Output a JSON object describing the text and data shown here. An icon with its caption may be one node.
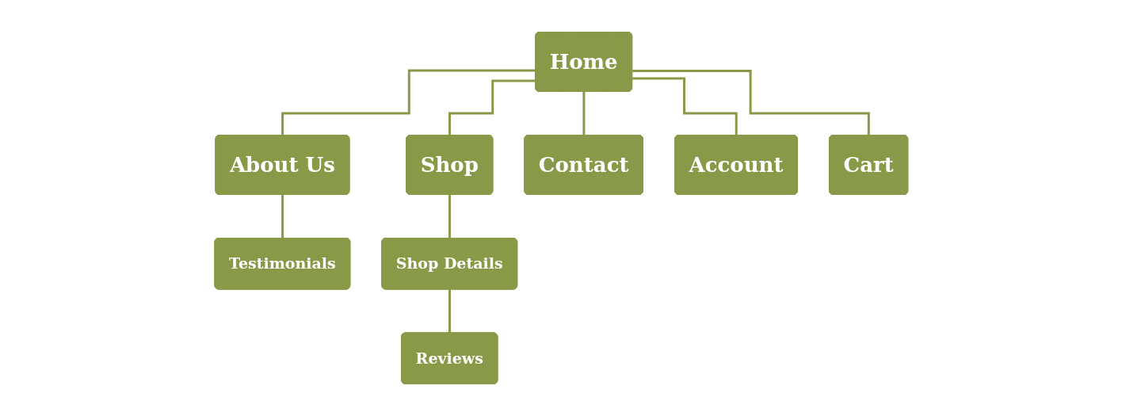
{
  "diagram": {
    "nodes": [
      {
        "text": [
          "Home"
        ]
      },
      {
        "text": [
          "About Us"
        ]
      },
      {
        "text": [
          "Shop"
        ]
      },
      {
        "text": [
          "Contact"
        ]
      },
      {
        "text": [
          "Account"
        ]
      },
      {
        "text": [
          "Cart"
        ]
      },
      {
        "text": [
          "Testimonials"
        ]
      },
      {
        "text": [
          "Shop Details"
        ]
      },
      {
        "text": [
          "Reviews"
        ]
      }
    ],
    "edges": [
      {
        "from": 0,
        "to": 1,
        "arrow": "none"
      },
      {
        "from": 0,
        "to": 2,
        "arrow": "none"
      },
      {
        "from": 0,
        "to": 3,
        "arrow": "none"
      },
      {
        "from": 0,
        "to": 4,
        "arrow": "none"
      },
      {
        "from": 0,
        "to": 5,
        "arrow": "none"
      },
      {
        "from": 1,
        "to": 6,
        "arrow": "none"
      },
      {
        "from": 2,
        "to": 7,
        "arrow": "none"
      },
      {
        "from": 7,
        "to": 8,
        "arrow": "none"
      }
    ]
  }
}
